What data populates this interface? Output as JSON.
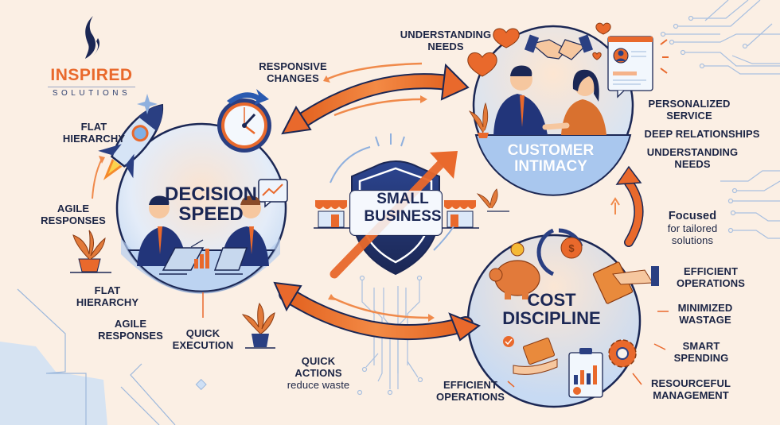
{
  "logo": {
    "brand": "INSPIRED",
    "subtitle": "SOLUTIONS",
    "icon": "flame-icon"
  },
  "center": {
    "title": "SMALL\nBUSINESS",
    "icon": "shield-icon",
    "decorations": [
      "storefront-icon",
      "growth-arrow-icon",
      "storefront-icon"
    ]
  },
  "hubs": {
    "decision_speed": {
      "title": "DECISION\nSPEED",
      "icons": [
        "rocket-icon",
        "clock-icon",
        "businessmen-meeting-icon",
        "trend-chart-icon",
        "laptop-icon"
      ]
    },
    "customer_intimacy": {
      "title": "CUSTOMER\nINTIMACY",
      "icons": [
        "handshake-icon",
        "heart-icon",
        "profile-card-icon",
        "plant-icon"
      ]
    },
    "cost_discipline": {
      "title": "COST\nDISCIPLINE",
      "icons": [
        "piggy-bank-icon",
        "dollar-gear-icon",
        "cash-hand-icon",
        "clipboard-chart-icon",
        "gear-icon",
        "checkmark-icon"
      ]
    }
  },
  "labels": {
    "flat_hierarchy_top": "FLAT\nHIERARCHY",
    "agile_responses_top": "AGILE\nRESPONSES",
    "flat_hierarchy_bottom": "FLAT\nHIERARCHY",
    "agile_responses_bottom": "AGILE\nRESPONSES",
    "quick_execution": "QUICK\nEXECUTION",
    "responsive_changes": "RESPONSIVE\nCHANGES",
    "understanding_needs_top": "UNDERSTANDING\nNEEDS",
    "personalized_service": "PERSONALIZED\nSERVICE",
    "deep_relationships": "DEEP RELATIONSHIPS",
    "understanding_needs_right": "UNDERSTANDING\nNEEDS",
    "focused_title": "Focused",
    "focused_sub": "for tailored\nsolutions",
    "efficient_operations_right": "EFFICIENT\nOPERATIONS",
    "minimized_wastage": "MINIMIZED\nWASTAGE",
    "smart_spending": "SMART\nSPENDING",
    "resourceful_management": "RESOURCEFUL\nMANAGEMENT",
    "quick_actions_title": "QUICK\nACTIONS",
    "quick_actions_sub": "reduce waste",
    "efficient_operations_bottom": "EFFICIENT\nOPERATIONS"
  },
  "colors": {
    "background": "#fbefe4",
    "navy": "#1b2754",
    "orange": "#e9692c",
    "light_blue": "#cfe0f5",
    "circuit_blue": "#9db8dc"
  }
}
